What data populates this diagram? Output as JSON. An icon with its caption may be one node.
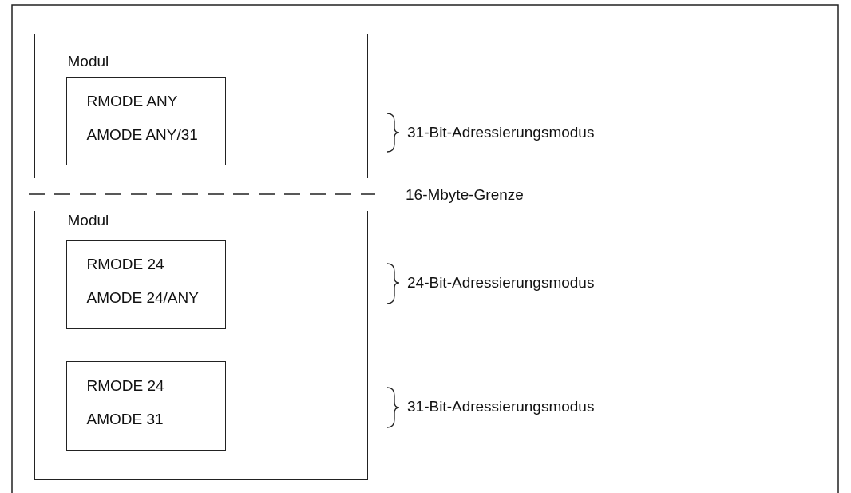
{
  "diagram": {
    "nodes": [
      {
        "text": [
          "Modul"
        ]
      },
      {
        "text": [
          "RMODE ANY",
          "AMODE ANY/31"
        ],
        "in": 0
      },
      {
        "text": [
          "Modul"
        ]
      },
      {
        "text": [
          "RMODE 24",
          "AMODE 24/ANY"
        ],
        "in": 2
      },
      {
        "text": [
          "RMODE 24",
          "AMODE 31"
        ],
        "in": 2
      }
    ],
    "edges": [],
    "labels": [
      "31-Bit-Adressierungsmodus",
      "16-Mbyte-Grenze",
      "24-Bit-Adressierungsmodus",
      "31-Bit-Adressierungsmodus"
    ]
  }
}
